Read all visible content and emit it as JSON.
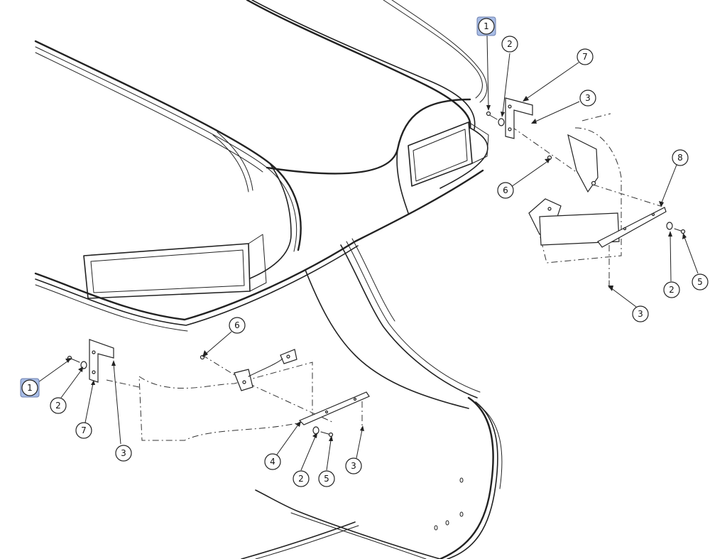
{
  "callouts": [
    {
      "id": "c1-top",
      "label": "1",
      "highlighted": true
    },
    {
      "id": "c2-top",
      "label": "2",
      "highlighted": false
    },
    {
      "id": "c7-top",
      "label": "7",
      "highlighted": false
    },
    {
      "id": "c3-top",
      "label": "3",
      "highlighted": false
    },
    {
      "id": "c6-right",
      "label": "6",
      "highlighted": false
    },
    {
      "id": "c8",
      "label": "8",
      "highlighted": false
    },
    {
      "id": "c2-right",
      "label": "2",
      "highlighted": false
    },
    {
      "id": "c5-right",
      "label": "5",
      "highlighted": false
    },
    {
      "id": "c3-right",
      "label": "3",
      "highlighted": false
    },
    {
      "id": "c6-mid",
      "label": "6",
      "highlighted": false
    },
    {
      "id": "c1-left",
      "label": "1",
      "highlighted": true
    },
    {
      "id": "c2-left",
      "label": "2",
      "highlighted": false
    },
    {
      "id": "c7-left",
      "label": "7",
      "highlighted": false
    },
    {
      "id": "c3-left",
      "label": "3",
      "highlighted": false
    },
    {
      "id": "c4",
      "label": "4",
      "highlighted": false
    },
    {
      "id": "c2-bottom",
      "label": "2",
      "highlighted": false
    },
    {
      "id": "c5-bottom",
      "label": "5",
      "highlighted": false
    },
    {
      "id": "c3-bottom",
      "label": "3",
      "highlighted": false
    }
  ],
  "colors": {
    "highlight_fill": "#a8bde6",
    "line": "#222222",
    "background": "#ffffff"
  }
}
